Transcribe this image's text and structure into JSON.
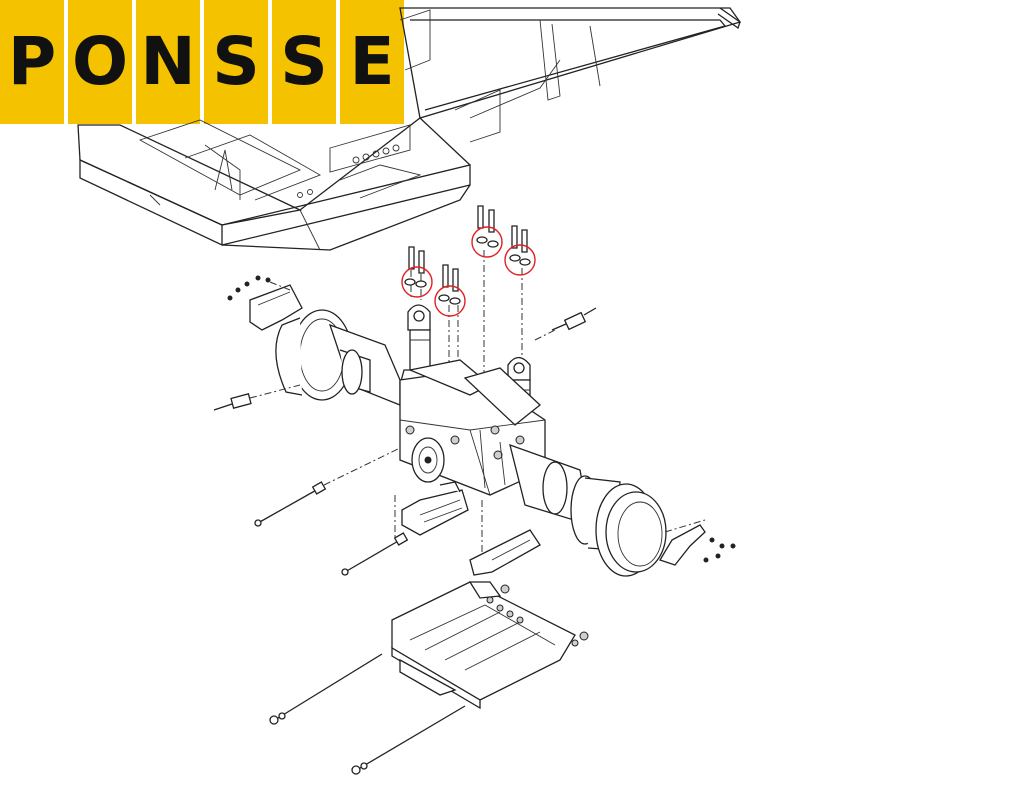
{
  "brand": {
    "letters": [
      "P",
      "O",
      "N",
      "S",
      "S",
      "E"
    ],
    "tile_color": "#f5c200",
    "letter_color": "#111111"
  },
  "diagram": {
    "highlight_color": "#e02020",
    "line_color": "#222222"
  }
}
